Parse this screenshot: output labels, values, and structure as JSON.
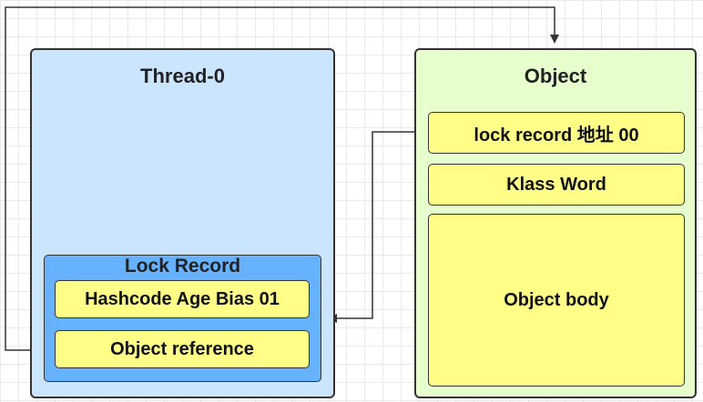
{
  "thread": {
    "title": "Thread-0",
    "lock_record": {
      "title": "Lock Record",
      "hashcode_field": "Hashcode Age Bias 01",
      "object_reference_field": "Object reference"
    }
  },
  "object": {
    "title": "Object",
    "mark_word_field": "lock record 地址 00",
    "klass_word_field": "Klass Word",
    "body_field": "Object body"
  },
  "colors": {
    "thread_bg": "#cce5ff",
    "lock_record_bg": "#66b2ff",
    "object_bg": "#e6ffcc",
    "field_bg": "#ffff88"
  }
}
